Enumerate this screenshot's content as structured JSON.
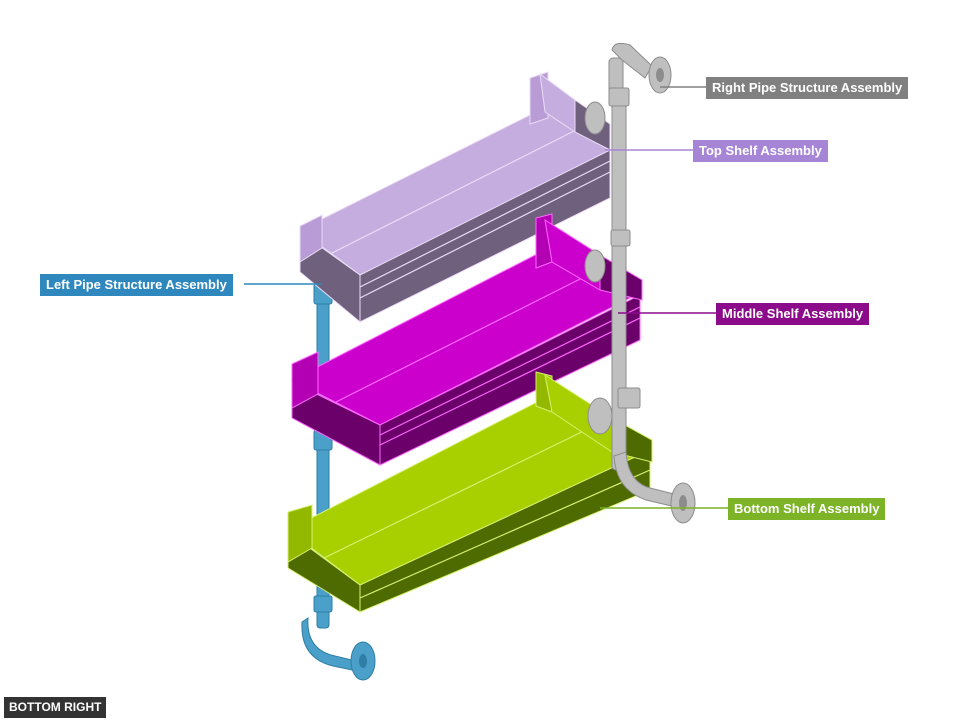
{
  "view_label": "BOTTOM RIGHT",
  "callouts": {
    "right_pipe": {
      "text": "Right Pipe Structure Assembly",
      "color": "#808080"
    },
    "top_shelf": {
      "text": "Top Shelf Assembly",
      "color": "#a785d6"
    },
    "left_pipe": {
      "text": "Left Pipe Structure Assembly",
      "color": "#2f88bd"
    },
    "middle_shelf": {
      "text": "Middle Shelf Assembly",
      "color": "#8b0b8b"
    },
    "bottom_shelf": {
      "text": "Bottom Shelf Assembly",
      "color": "#7cb327"
    }
  },
  "parts": {
    "top_shelf": {
      "front": "#6f607e",
      "top": "#c6addf",
      "end": "#b99cd6",
      "edge": "#e9dcf5"
    },
    "middle_shelf": {
      "front": "#6b006b",
      "top": "#cc00cc",
      "end": "#b300b3",
      "edge": "#ff66ff"
    },
    "bottom_shelf": {
      "front": "#4d6b00",
      "top": "#a8d000",
      "end": "#93b800",
      "edge": "#d8f070"
    },
    "right_pipe": {
      "fill": "#bfbfbf",
      "stroke": "#8c8c8c"
    },
    "left_pipe": {
      "fill": "#4aa0c8",
      "stroke": "#2e7ea6"
    }
  }
}
